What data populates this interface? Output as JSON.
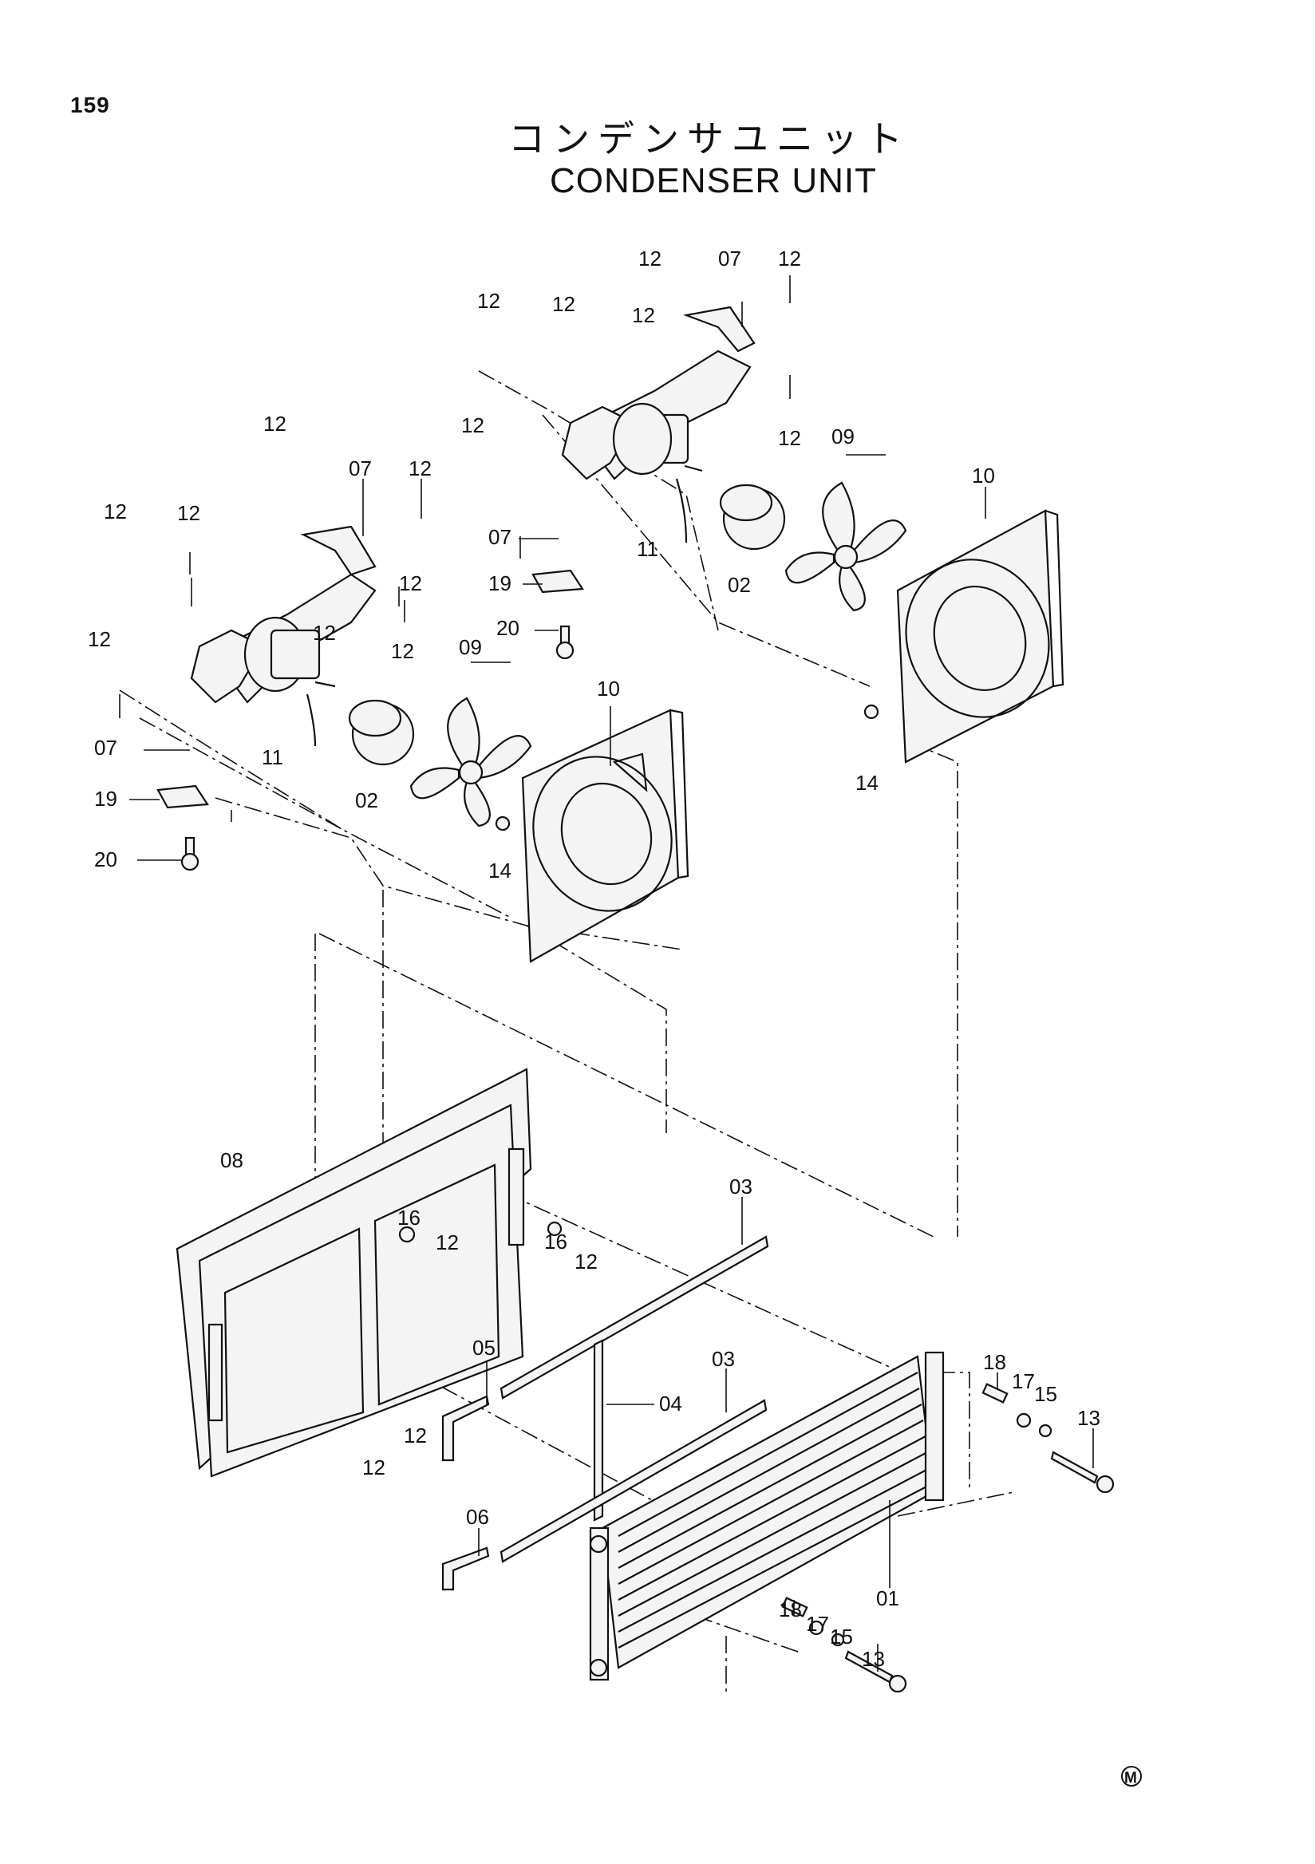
{
  "header": {
    "page_number": "159",
    "title_ja": "コンデンサユニット",
    "title_en": "CONDENSER UNIT"
  },
  "callouts": [
    {
      "id": "c1",
      "text": "12"
    },
    {
      "id": "c2",
      "text": "12"
    },
    {
      "id": "c3",
      "text": "12"
    },
    {
      "id": "c4",
      "text": "07"
    },
    {
      "id": "c5",
      "text": "12"
    },
    {
      "id": "c6",
      "text": "12"
    },
    {
      "id": "c7",
      "text": "12"
    },
    {
      "id": "c8",
      "text": "12"
    },
    {
      "id": "c9",
      "text": "09"
    },
    {
      "id": "c10",
      "text": "12"
    },
    {
      "id": "c11",
      "text": "07"
    },
    {
      "id": "c12",
      "text": "11"
    },
    {
      "id": "c13",
      "text": "19"
    },
    {
      "id": "c14",
      "text": "02"
    },
    {
      "id": "c15",
      "text": "10"
    },
    {
      "id": "c16",
      "text": "20"
    },
    {
      "id": "c17",
      "text": "14"
    },
    {
      "id": "c18",
      "text": "12"
    },
    {
      "id": "c19",
      "text": "07"
    },
    {
      "id": "c20",
      "text": "12"
    },
    {
      "id": "c21",
      "text": "12"
    },
    {
      "id": "c22",
      "text": "12"
    },
    {
      "id": "c23",
      "text": "12"
    },
    {
      "id": "c24",
      "text": "12"
    },
    {
      "id": "c25",
      "text": "12"
    },
    {
      "id": "c26",
      "text": "09"
    },
    {
      "id": "c27",
      "text": "07"
    },
    {
      "id": "c28",
      "text": "11"
    },
    {
      "id": "c29",
      "text": "10"
    },
    {
      "id": "c30",
      "text": "02"
    },
    {
      "id": "c31",
      "text": "19"
    },
    {
      "id": "c32",
      "text": "20"
    },
    {
      "id": "c33",
      "text": "14"
    },
    {
      "id": "c34",
      "text": "08"
    },
    {
      "id": "c35",
      "text": "16"
    },
    {
      "id": "c36",
      "text": "12"
    },
    {
      "id": "c37",
      "text": "16"
    },
    {
      "id": "c38",
      "text": "12"
    },
    {
      "id": "c39",
      "text": "03"
    },
    {
      "id": "c40",
      "text": "05"
    },
    {
      "id": "c41",
      "text": "03"
    },
    {
      "id": "c42",
      "text": "04"
    },
    {
      "id": "c43",
      "text": "12"
    },
    {
      "id": "c44",
      "text": "12"
    },
    {
      "id": "c45",
      "text": "06"
    },
    {
      "id": "c46",
      "text": "18"
    },
    {
      "id": "c47",
      "text": "17"
    },
    {
      "id": "c48",
      "text": "15"
    },
    {
      "id": "c49",
      "text": "13"
    },
    {
      "id": "c50",
      "text": "01"
    },
    {
      "id": "c51",
      "text": "18"
    },
    {
      "id": "c52",
      "text": "17"
    },
    {
      "id": "c53",
      "text": "15"
    },
    {
      "id": "c54",
      "text": "13"
    }
  ],
  "mark": {
    "text": "M"
  }
}
